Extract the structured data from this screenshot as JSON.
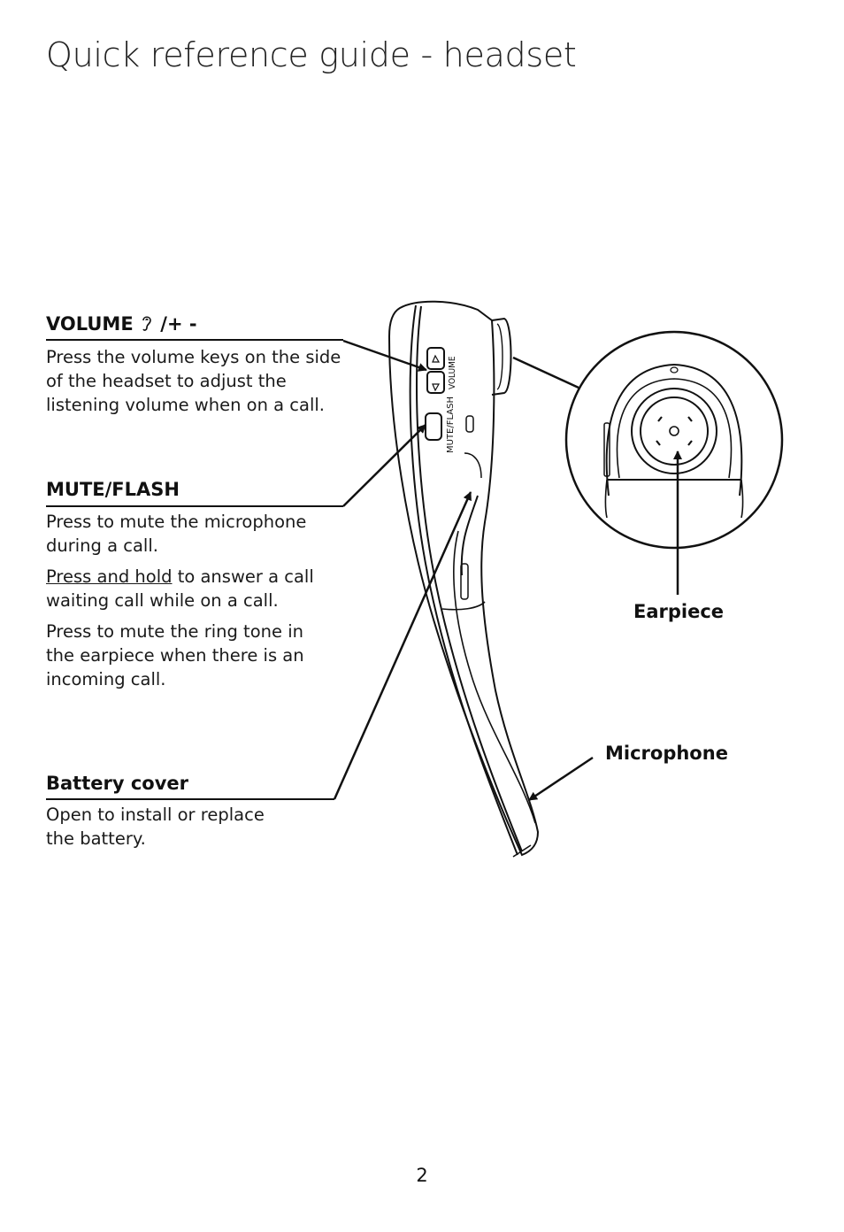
{
  "page": {
    "title": "Quick reference guide - headset",
    "page_number": "2"
  },
  "volume": {
    "label": "VOLUME",
    "label_suffix": "/+ -",
    "description": "Press the volume keys on the side of the headset to adjust the listening volume when on a call."
  },
  "mute_flash": {
    "label": "MUTE/FLASH",
    "description": "Press to mute the microphone during a call.",
    "hold_emphasis": "Press and hold",
    "hold_rest": " to answer a call waiting call while on a call.",
    "ring_description": "Press to mute the ring tone in the earpiece when there is an incoming call."
  },
  "battery_cover": {
    "label": "Battery cover",
    "description": "Open to install or replace the battery."
  },
  "callouts": {
    "earpiece": "Earpiece",
    "microphone": "Microphone"
  },
  "device_markings": {
    "volume": "VOLUME",
    "mute_flash": "MUTE/FLASH"
  },
  "icons": [
    "ear-icon",
    "arrow-up-icon",
    "arrow-down-icon"
  ]
}
